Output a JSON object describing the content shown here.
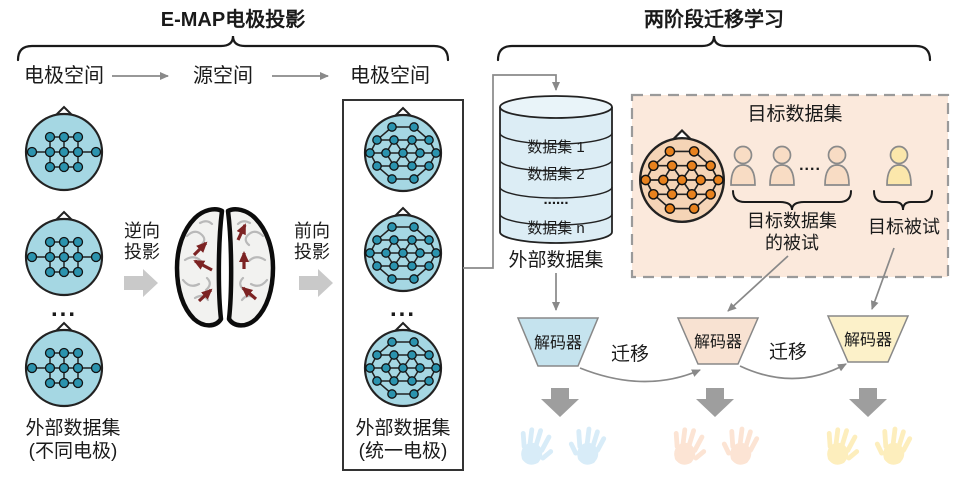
{
  "left": {
    "title": "E-MAP电极投影",
    "space1": "电极空间",
    "space2": "源空间",
    "space3": "电极空间",
    "inverse_line1": "逆向",
    "inverse_line2": "投影",
    "forward_line1": "前向",
    "forward_line2": "投影",
    "ellipsis": "...",
    "external_label1": "外部数据集",
    "external_label2": "(不同电极)",
    "box_ellipsis": "...",
    "unified_label1": "外部数据集",
    "unified_label2": "(统一电极)"
  },
  "right": {
    "title": "两阶段迁移学习",
    "database": {
      "rows": [
        "数据集 1",
        "数据集 2",
        "......",
        "数据集 n"
      ],
      "label": "外部数据集"
    },
    "target_box": {
      "title": "目标数据集",
      "persons_ellipsis": "....",
      "subjects_label1": "目标数据集",
      "subjects_label2": "的被试",
      "target_subject_label": "目标被试"
    },
    "decoders": [
      "解码器",
      "解码器",
      "解码器"
    ],
    "transfer1": "迁移",
    "transfer2": "迁移"
  },
  "colors": {
    "head_blue": "#a5d7e3",
    "electrode_teal": "#2b93ae",
    "head_orange": "#f5d4b6",
    "electrode_orange": "#e8821e",
    "database_fill": "#dcedf5",
    "target_box_fill": "#fbe9dc",
    "decoder_source": "#c5e3ee",
    "decoder_mid": "#f8e2d2",
    "decoder_target": "#fcf1c9",
    "hands_blue": "#d8ecf8",
    "hands_peach": "#fce4d4",
    "hands_yellow": "#fdeebd",
    "brain_arrow_red": "#7c2323",
    "connector_gray": "#898989"
  }
}
